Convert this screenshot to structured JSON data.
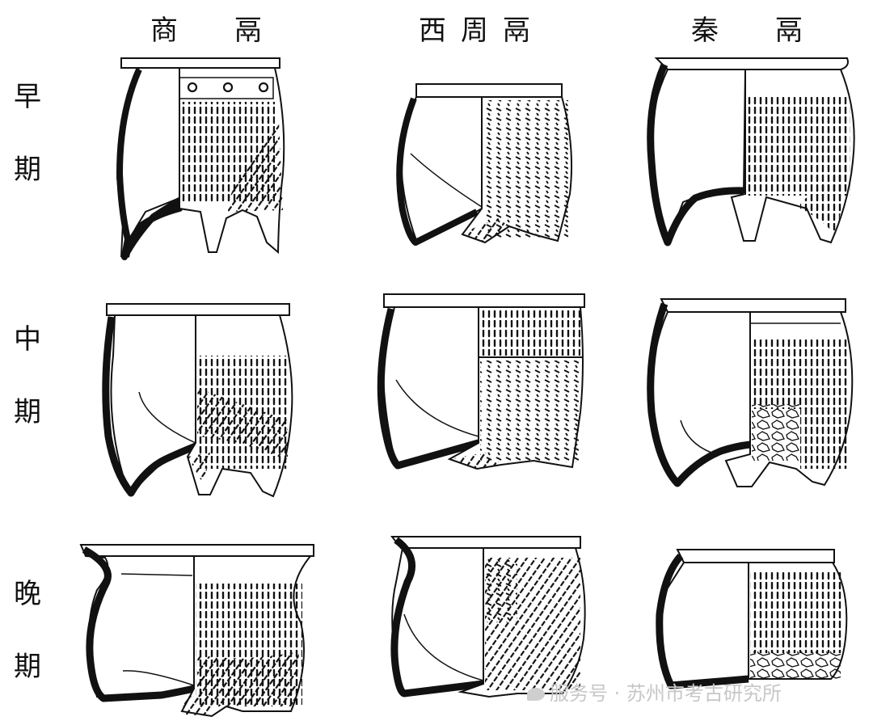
{
  "columns": [
    {
      "label": "商　鬲"
    },
    {
      "label": "西周鬲"
    },
    {
      "label": "秦　鬲"
    }
  ],
  "rows": [
    {
      "label_top": "早",
      "label_bottom": "期"
    },
    {
      "label_top": "中",
      "label_bottom": "期"
    },
    {
      "label_top": "晚",
      "label_bottom": "期"
    }
  ],
  "watermark": "服务号 · 苏州市考古研究所"
}
